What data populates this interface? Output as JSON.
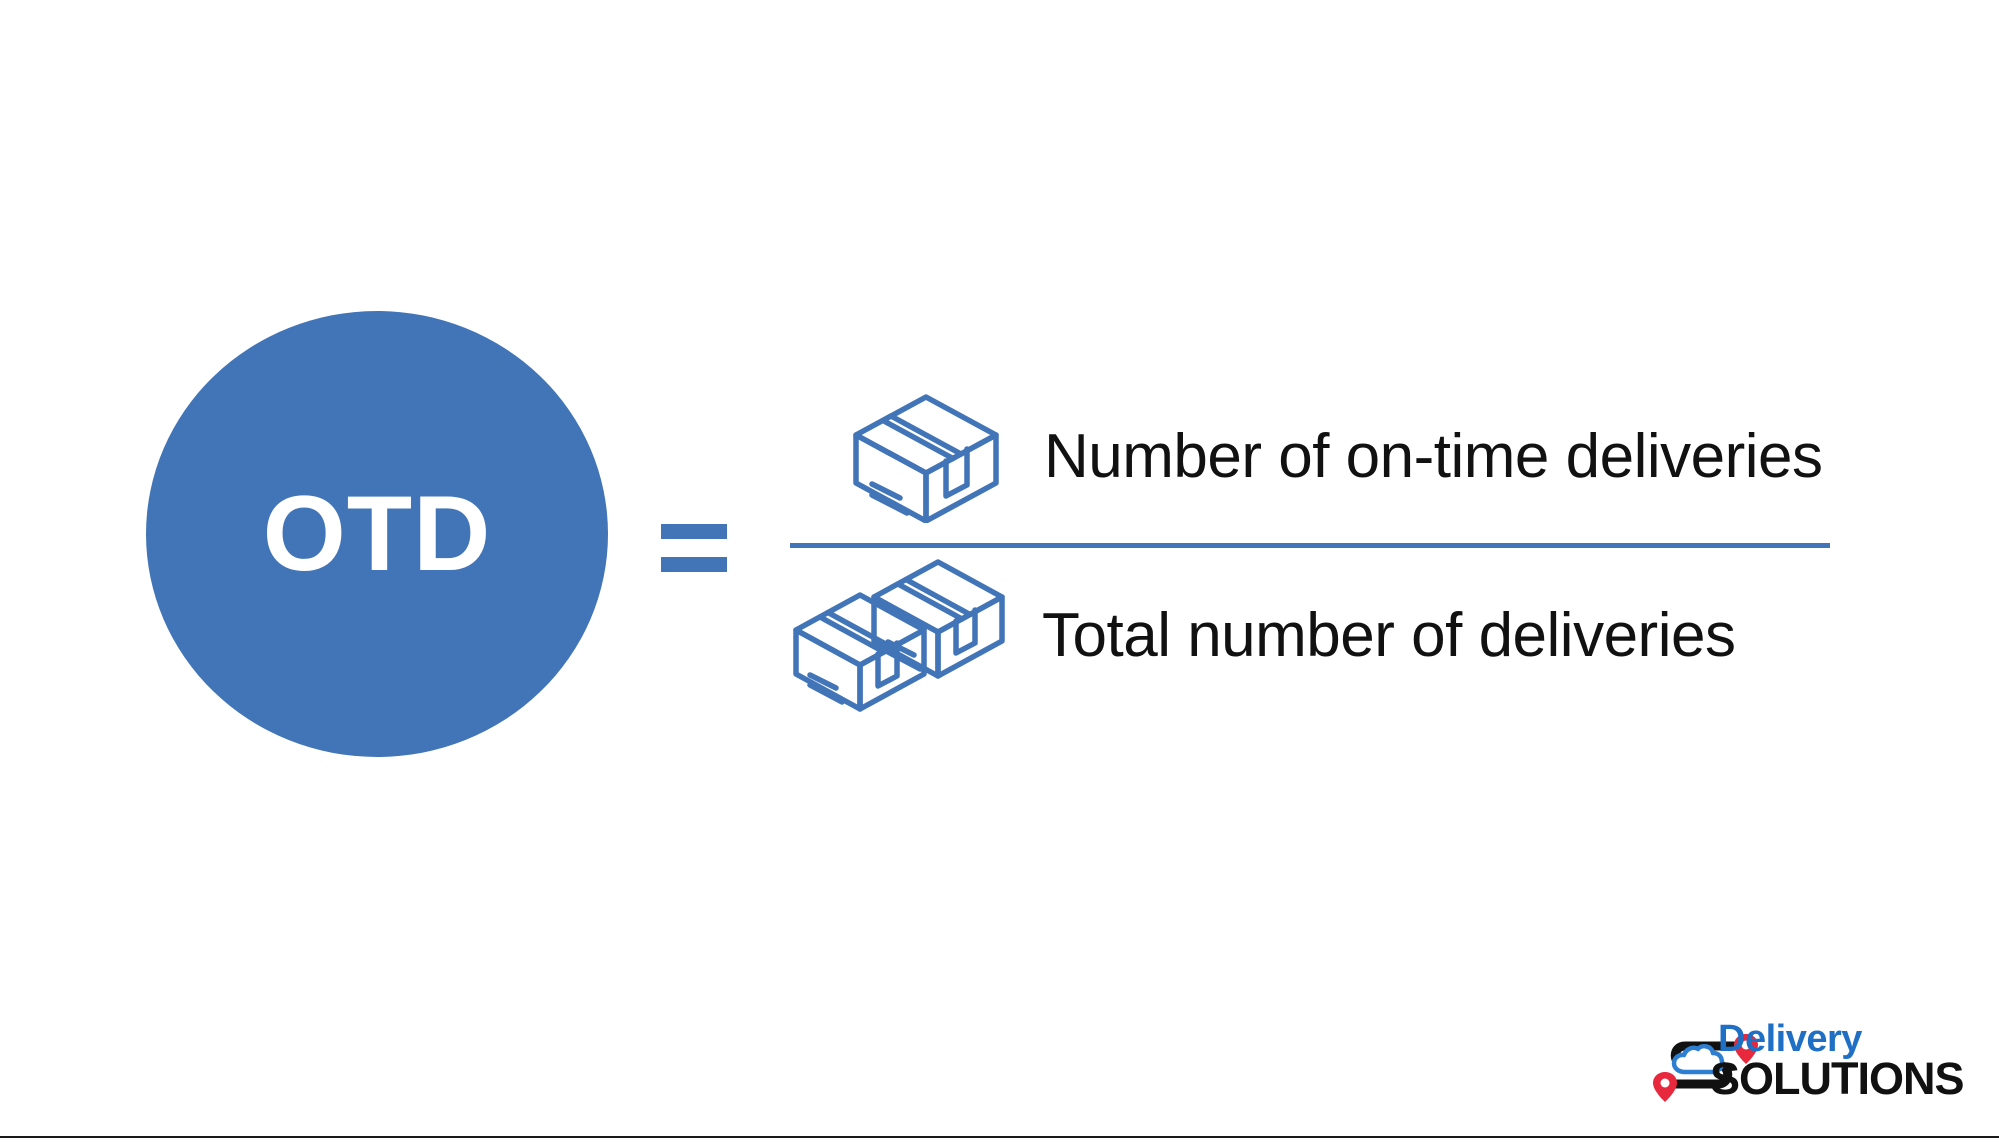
{
  "meta": {
    "title": "On-Time Delivery (OTD) formula infographic",
    "background_color": "#ffffff"
  },
  "colors": {
    "brand_blue": "#4275b8",
    "logo_blue": "#1f6fc4",
    "logo_black": "#111111",
    "pin_red": "#e8283c",
    "text_black": "#111111",
    "rule_black": "#1a1a1a"
  },
  "metric": {
    "abbreviation": "OTD",
    "badge_shape": "circle",
    "badge_color": "#4275b8",
    "badge_text_color": "#ffffff"
  },
  "operator": {
    "symbol_name": "equals-sign",
    "symbol": "=",
    "color": "#4275b8"
  },
  "formula": {
    "numerator": {
      "icon": "single-package-box-icon",
      "text": "Number of on-time deliveries"
    },
    "denominator": {
      "icon": "two-package-boxes-icon",
      "text": "Total number of deliveries"
    },
    "bar_color": "#4275b8"
  },
  "logo": {
    "mark_name": "delivery-route-cloud-pins-logo-mark",
    "line1": "Delivery",
    "line2": "SOLUTIONS",
    "line1_color": "#1f6fc4",
    "line2_color": "#111111",
    "pin_color": "#e8283c"
  },
  "footer": {
    "rule_name": "bottom-divider-rule"
  }
}
